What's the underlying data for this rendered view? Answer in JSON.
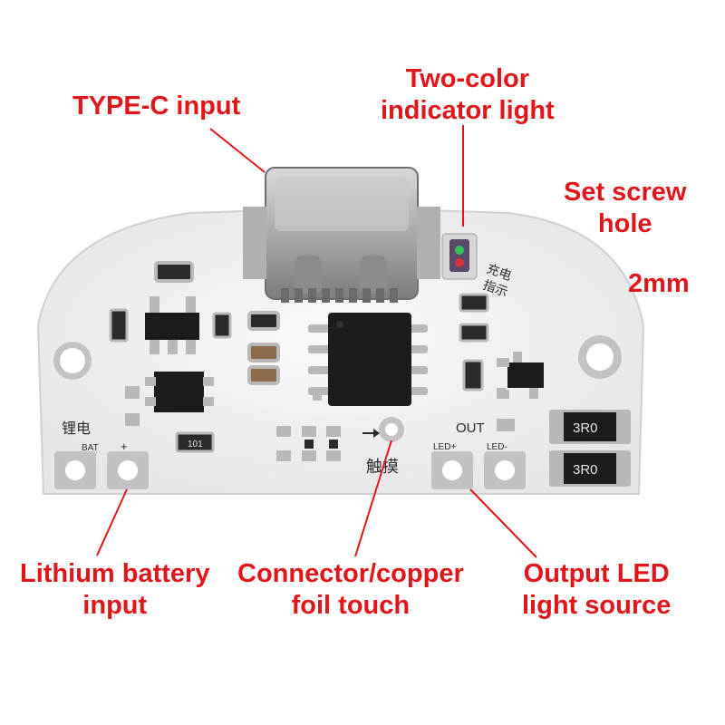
{
  "callouts": {
    "type_c": {
      "lines": [
        "TYPE-C input"
      ]
    },
    "two_color": {
      "lines": [
        "Two-color",
        "indicator light"
      ]
    },
    "screw_hole": {
      "lines": [
        "Set screw",
        "hole"
      ]
    },
    "screw_size": {
      "lines": [
        "2mm"
      ]
    },
    "battery": {
      "lines": [
        "Lithium battery",
        "input"
      ]
    },
    "touch": {
      "lines": [
        "Connector/copper",
        "foil touch"
      ]
    },
    "led_out": {
      "lines": [
        "Output LED",
        "light source"
      ]
    }
  },
  "board_silkscreen": {
    "battery_cn": "锂电",
    "bat": "BAT",
    "plus": "+",
    "touch_cn": "触摸",
    "out": "OUT",
    "led_plus": "LED+",
    "led_minus": "LED-",
    "charge_cn_1": "充电",
    "charge_cn_2": "指示",
    "resistor_1": "3R0",
    "resistor_2": "3R0",
    "small_res": "101"
  },
  "colors": {
    "callout_text": "#e0161b",
    "leader_line": "#e0161b",
    "board": "#f2f2f4",
    "chip": "#1c1c1c",
    "pad": "#b8b8b8"
  }
}
